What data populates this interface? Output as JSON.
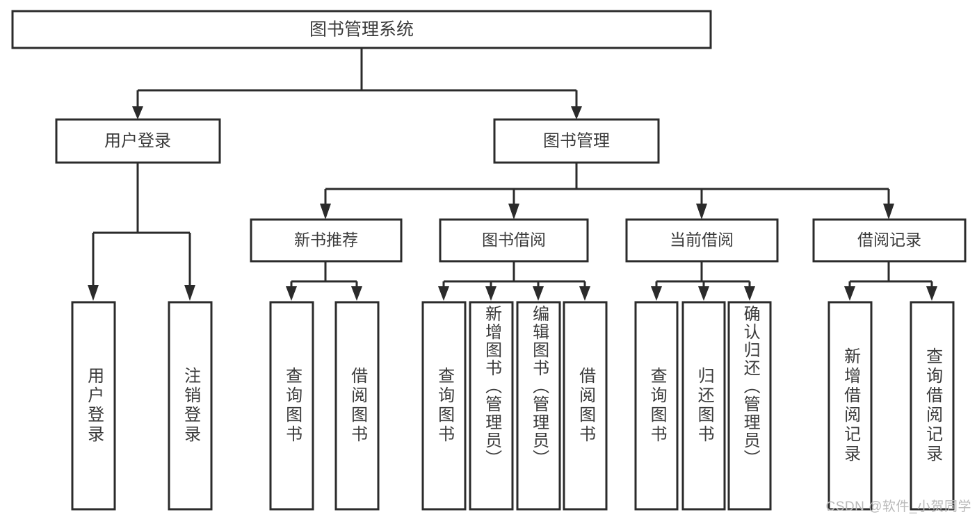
{
  "diagram": {
    "type": "tree",
    "title": "图书管理系统",
    "root": {
      "id": "root",
      "label": "图书管理系统"
    },
    "level2": [
      {
        "id": "user-login",
        "label": "用户登录"
      },
      {
        "id": "book-manage",
        "label": "图书管理"
      }
    ],
    "level3": [
      {
        "id": "new-book-recommend",
        "label": "新书推荐",
        "parent": "book-manage"
      },
      {
        "id": "book-borrow",
        "label": "图书借阅",
        "parent": "book-manage"
      },
      {
        "id": "current-borrow",
        "label": "当前借阅",
        "parent": "book-manage"
      },
      {
        "id": "borrow-record",
        "label": "借阅记录",
        "parent": "book-manage"
      }
    ],
    "leaves": [
      {
        "id": "leaf-user-login",
        "label": "用户登录",
        "parent": "user-login"
      },
      {
        "id": "leaf-user-logout",
        "label": "注销登录",
        "parent": "user-login"
      },
      {
        "id": "leaf-query-book-1",
        "label": "查询图书",
        "parent": "new-book-recommend"
      },
      {
        "id": "leaf-borrow-book-1",
        "label": "借阅图书",
        "parent": "new-book-recommend"
      },
      {
        "id": "leaf-query-book-2",
        "label": "查询图书",
        "parent": "book-borrow"
      },
      {
        "id": "leaf-add-book",
        "label": "新增图书（管理员）",
        "parent": "book-borrow"
      },
      {
        "id": "leaf-edit-book",
        "label": "编辑图书（管理员）",
        "parent": "book-borrow"
      },
      {
        "id": "leaf-borrow-book-2",
        "label": "借阅图书",
        "parent": "book-borrow"
      },
      {
        "id": "leaf-query-book-3",
        "label": "查询图书",
        "parent": "current-borrow"
      },
      {
        "id": "leaf-return-book",
        "label": "归还图书",
        "parent": "current-borrow"
      },
      {
        "id": "leaf-confirm-return",
        "label": "确认归还（管理员）",
        "parent": "current-borrow"
      },
      {
        "id": "leaf-add-record",
        "label": "新增借阅记录",
        "parent": "borrow-record"
      },
      {
        "id": "leaf-query-record",
        "label": "查询借阅记录",
        "parent": "borrow-record"
      }
    ],
    "colors": {
      "stroke": "#2b2b2b",
      "box_fill": "#ffffff",
      "text": "#3a3a3a",
      "background": "#ffffff",
      "watermark": "#b9b9b9"
    }
  },
  "watermark": {
    "text": "CSDN @软件_小贺同学"
  }
}
